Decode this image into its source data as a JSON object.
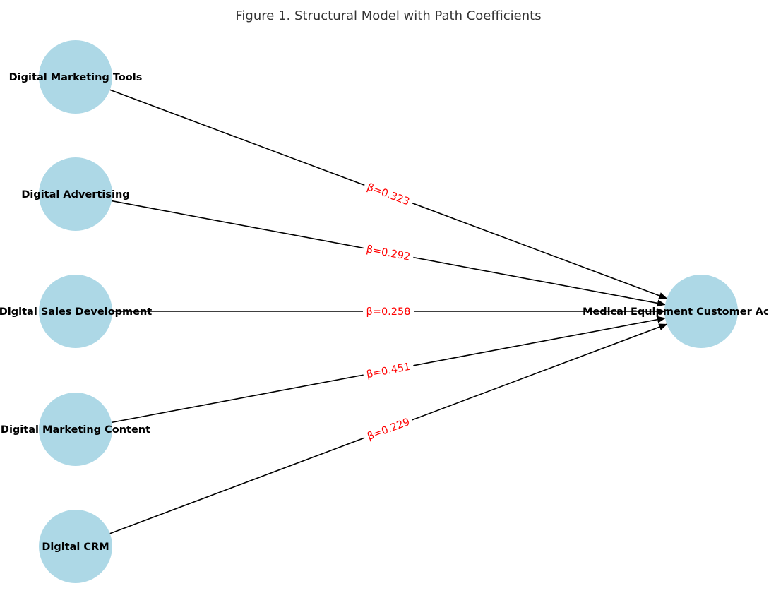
{
  "title": "Figure 1. Structural Model with Path Coefficients",
  "colors": {
    "node_fill": "#add8e6",
    "edge_stroke": "#000000",
    "coefficient_text": "#ff0000",
    "title_text": "#333333"
  },
  "nodes": [
    {
      "id": "dmt",
      "label": "Digital Marketing Tools"
    },
    {
      "id": "da",
      "label": "Digital Advertising"
    },
    {
      "id": "dsd",
      "label": "Digital Sales Development"
    },
    {
      "id": "dmc",
      "label": "Digital Marketing Content"
    },
    {
      "id": "dcrm",
      "label": "Digital CRM"
    },
    {
      "id": "meca",
      "label": "Medical Equipment Customer Acquisition"
    }
  ],
  "edges": [
    {
      "from": "dmt",
      "to": "meca",
      "label": "β=0.323"
    },
    {
      "from": "da",
      "to": "meca",
      "label": "β=0.292"
    },
    {
      "from": "dsd",
      "to": "meca",
      "label": "β=0.258"
    },
    {
      "from": "dmc",
      "to": "meca",
      "label": "β=0.451"
    },
    {
      "from": "dcrm",
      "to": "meca",
      "label": "β=0.229"
    }
  ]
}
